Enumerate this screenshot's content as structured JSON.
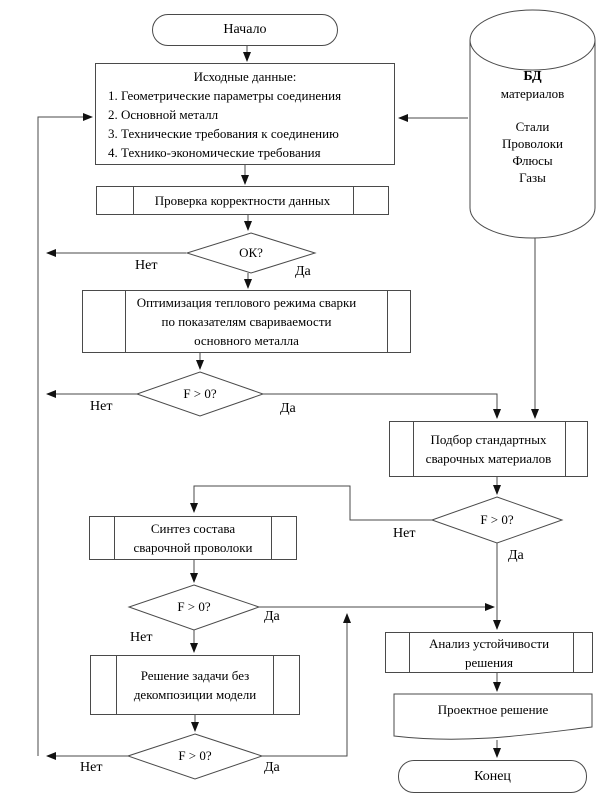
{
  "colors": {
    "line": "#4a4a4a",
    "arrowhead": "#111111",
    "background": "#ffffff",
    "text": "#000000"
  },
  "diagram": {
    "nodes": {
      "start": {
        "label": "Начало"
      },
      "input_data": {
        "title": "Исходные данные:",
        "items": [
          "1. Геометрические параметры соединения",
          "2. Основной металл",
          "3. Технические требования к соединению",
          "4. Технико-экономические требования"
        ]
      },
      "check": {
        "label": "Проверка корректности данных"
      },
      "ok_decision": {
        "label": "ОК?"
      },
      "optimize": {
        "lines": [
          "Оптимизация теплового режима сварки",
          "по показателям свариваемости",
          "основного металла"
        ]
      },
      "f1_decision": {
        "label": "F > 0?"
      },
      "database": {
        "title": "БД",
        "subtitle": "материалов",
        "items": [
          "Стали",
          "Проволоки",
          "Флюсы",
          "Газы"
        ]
      },
      "select_materials": {
        "lines": [
          "Подбор стандартных",
          "сварочных материалов"
        ]
      },
      "f2_decision": {
        "label": "F > 0?"
      },
      "synthesize_wire": {
        "lines": [
          "Синтез состава",
          "сварочной проволоки"
        ]
      },
      "f3_decision": {
        "label": "F > 0?"
      },
      "solve_without_decomposition": {
        "lines": [
          "Решение задачи без",
          "декомпозиции модели"
        ]
      },
      "f4_decision": {
        "label": "F > 0?"
      },
      "stability_analysis": {
        "lines": [
          "Анализ устойчивости",
          "решения"
        ]
      },
      "design_document": {
        "label": "Проектное решение"
      },
      "end": {
        "label": "Конец"
      }
    },
    "edge_labels": {
      "yes": "Да",
      "no": "Нет"
    }
  }
}
